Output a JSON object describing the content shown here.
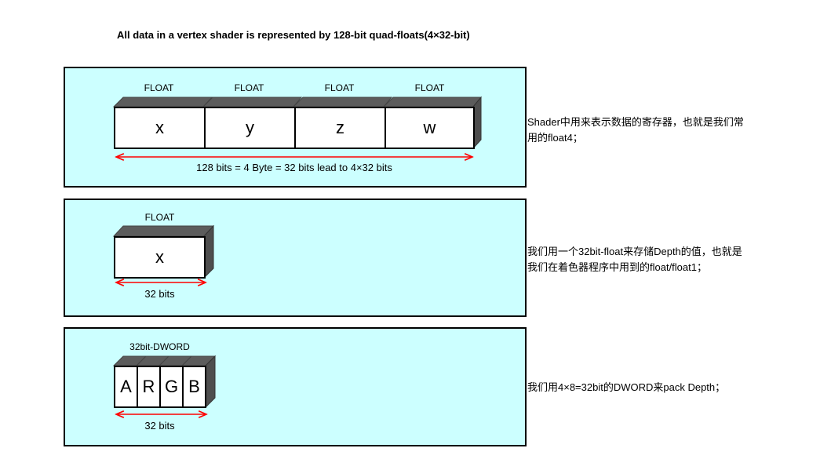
{
  "title": "All data in a vertex shader is represented by 128-bit quad-floats(4×32-bit)",
  "panel1": {
    "float_labels": [
      "FLOAT",
      "FLOAT",
      "FLOAT",
      "FLOAT"
    ],
    "cells": [
      "x",
      "y",
      "z",
      "w"
    ],
    "measure": "128 bits = 4 Byte = 32 bits lead to 4×32 bits",
    "note_line1": "Shader中用来表示数据的寄存器，也就是我们常",
    "note_line2": "用的float4；"
  },
  "panel2": {
    "float_label": "FLOAT",
    "cell": "x",
    "measure": "32 bits",
    "note_line1": "我们用一个32bit-float来存储Depth的值，也就是",
    "note_line2": "我们在着色器程序中用到的float/float1；"
  },
  "panel3": {
    "dword_label": "32bit-DWORD",
    "cells": [
      "A",
      "R",
      "G",
      "B"
    ],
    "measure": "32 bits",
    "note": "我们用4×8=32bit的DWORD来pack Depth；"
  },
  "colors": {
    "panel_bg": "#ccffff",
    "arrow": "#ff0000",
    "block_top": "#5a5a5a"
  }
}
